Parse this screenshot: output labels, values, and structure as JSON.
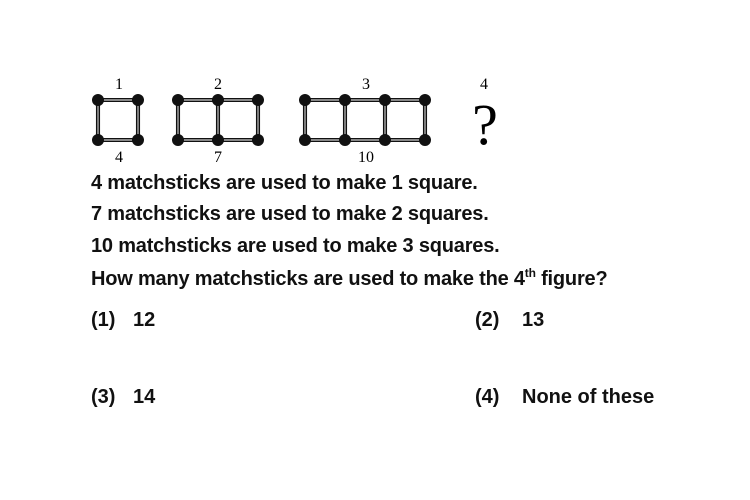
{
  "figures": [
    {
      "label_top": "1",
      "label_bottom": "4",
      "squares": 1
    },
    {
      "label_top": "2",
      "label_bottom": "7",
      "squares": 2
    },
    {
      "label_top": "3",
      "label_bottom": "10",
      "squares": 3
    },
    {
      "label_top": "4",
      "mark": "?"
    }
  ],
  "question": {
    "line1": "4 matchsticks are used to make 1 square.",
    "line2": "7 matchsticks are used to make 2 squares.",
    "line3": "10 matchsticks are used to make 3 squares.",
    "line4_pre": "How many matchsticks are used to make the 4",
    "line4_sup": "th",
    "line4_post": " figure?"
  },
  "options": [
    {
      "number": "(1)",
      "text": "12"
    },
    {
      "number": "(2)",
      "text": "13"
    },
    {
      "number": "(3)",
      "text": "14"
    },
    {
      "number": "(4)",
      "text": "None of these"
    }
  ],
  "colors": {
    "stick": "#111111",
    "background": "#ffffff"
  }
}
